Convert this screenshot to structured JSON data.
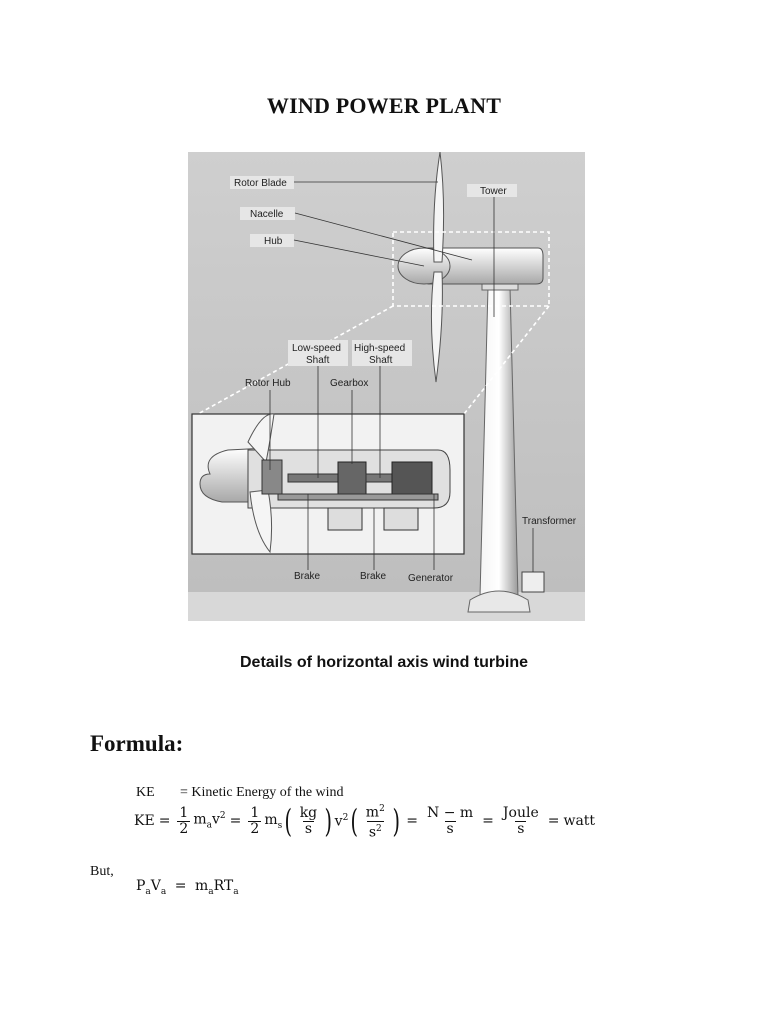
{
  "title": "WIND POWER PLANT",
  "figure": {
    "labels": {
      "rotor_blade": "Rotor Blade",
      "nacelle": "Nacelle",
      "hub": "Hub",
      "tower": "Tower",
      "low_speed_shaft_1": "Low-speed",
      "low_speed_shaft_2": "Shaft",
      "high_speed_shaft_1": "High-speed",
      "high_speed_shaft_2": "Shaft",
      "rotor_hub": "Rotor Hub",
      "gearbox": "Gearbox",
      "transformer": "Transformer",
      "brake_1": "Brake",
      "brake_2": "Brake",
      "generator": "Generator"
    }
  },
  "caption": "Details of horizontal axis wind turbine",
  "heading": "Formula:",
  "definition": {
    "symbol": "KE",
    "text": "= Kinetic Energy of the wind"
  },
  "equation": {
    "lhs": "KE",
    "half": "1",
    "two": "2",
    "m_a": "m",
    "a_sub": "a",
    "v": "v",
    "sq": "2",
    "m_s": "m",
    "s_sub": "s",
    "kg": "kg",
    "s": "s",
    "m2_num": "m",
    "s2_den": "s",
    "nm": "N − m",
    "s3": "s",
    "joule": "Joule",
    "s4": "s",
    "watt": "watt"
  },
  "but": "But,",
  "gas_law": {
    "p": "P",
    "v": "V",
    "rhs_m": "m",
    "rt": "RT",
    "sub": "a"
  }
}
